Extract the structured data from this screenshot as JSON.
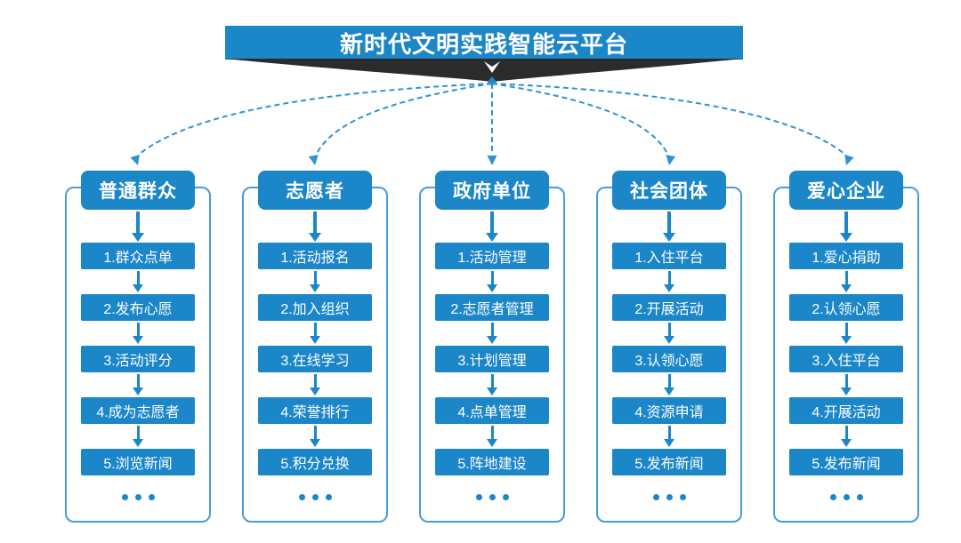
{
  "title": "新时代文明实践智能云平台",
  "colors": {
    "primary_blue": "#1b86c8",
    "connector_blue": "#2e93d4",
    "frame_border_blue": "#4a9cd6",
    "wedge_dark": "#2b2b2b",
    "text_white": "#ffffff",
    "background": "#ffffff"
  },
  "columns": [
    {
      "header": "普通群众",
      "items": [
        "1.群众点单",
        "2.发布心愿",
        "3.活动评分",
        "4.成为志愿者",
        "5.浏览新闻"
      ],
      "more": "..."
    },
    {
      "header": "志愿者",
      "items": [
        "1.活动报名",
        "2.加入组织",
        "3.在线学习",
        "4.荣誉排行",
        "5.积分兑换"
      ],
      "more": "..."
    },
    {
      "header": "政府单位",
      "items": [
        "1.活动管理",
        "2.志愿者管理",
        "3.计划管理",
        "4.点单管理",
        "5.阵地建设"
      ],
      "more": "..."
    },
    {
      "header": "社会团体",
      "items": [
        "1.入住平台",
        "2.开展活动",
        "3.认领心愿",
        "4.资源申请",
        "5.发布新闻"
      ],
      "more": "..."
    },
    {
      "header": "爱心企业",
      "items": [
        "1.爱心捐助",
        "2.认领心愿",
        "3.入住平台",
        "4.开展活动",
        "5.发布新闻"
      ],
      "more": "..."
    }
  ]
}
